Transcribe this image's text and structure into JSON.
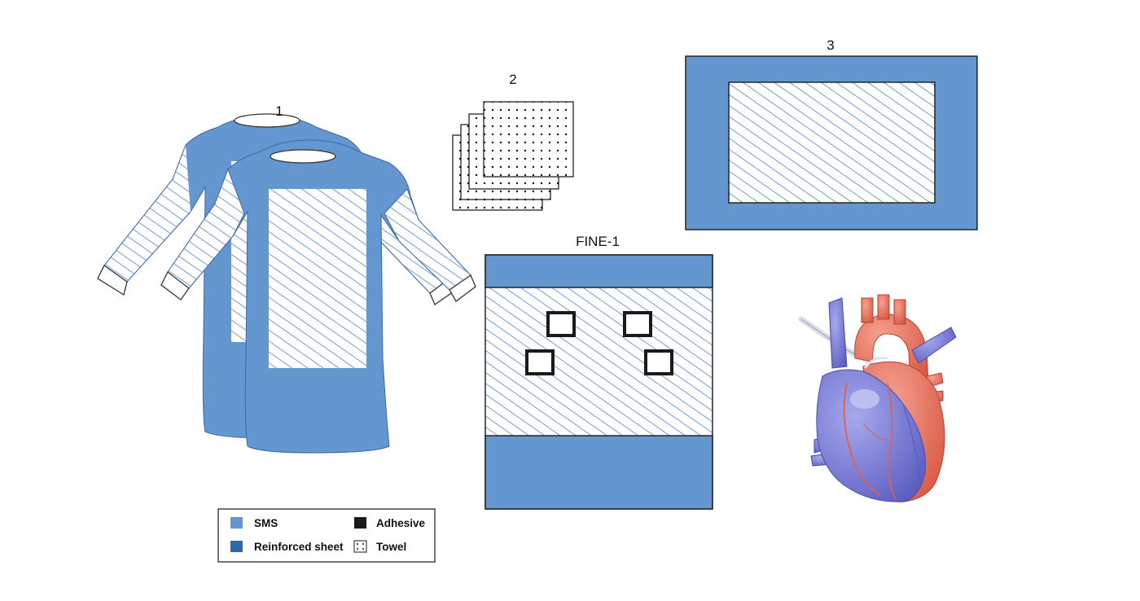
{
  "colors": {
    "sms": "#6496d0",
    "reinforced": "#2e6aa9",
    "hatch": "#4f86c6",
    "adhesive": "#1a1a1a",
    "outline": "#1a1a1a",
    "vein": "#7b7ed2",
    "artery": "#ec7560"
  },
  "items": {
    "gowns": {
      "label": "1"
    },
    "towels": {
      "label": "2"
    },
    "table_cover": {
      "label": "3"
    },
    "drape": {
      "label": "FINE-1"
    }
  },
  "legend": {
    "entries": [
      {
        "label": "SMS",
        "swatch": "sms"
      },
      {
        "label": "Adhesive",
        "swatch": "adhesive"
      },
      {
        "label": "Reinforced sheet",
        "swatch": "reinforced"
      },
      {
        "label": "Towel",
        "swatch": "towel"
      }
    ]
  },
  "heart": {
    "icon": "heart-illustration"
  }
}
